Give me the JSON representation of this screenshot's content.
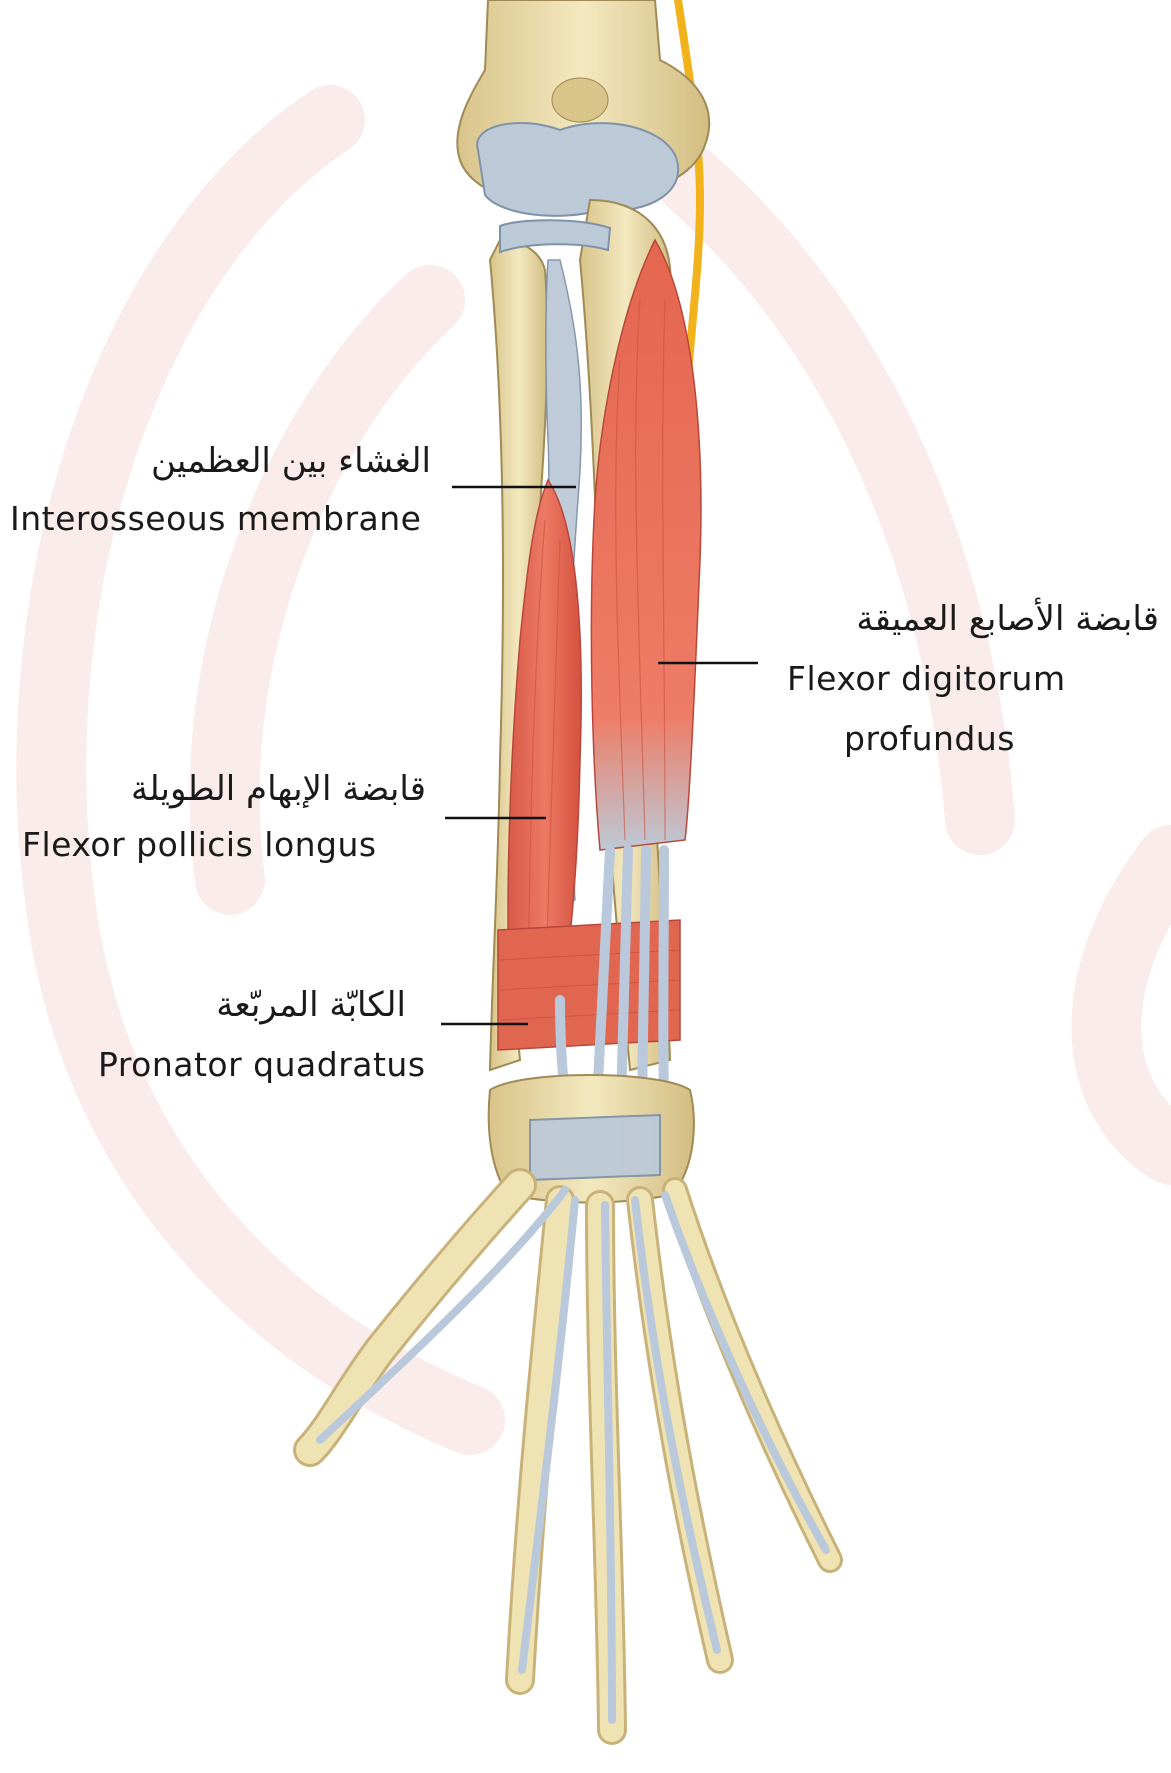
{
  "diagram": {
    "labels": [
      {
        "id": "interosseous",
        "arabic": "الغشاء بين العظمين",
        "english": "Interosseous membrane"
      },
      {
        "id": "fdp",
        "arabic": "قابضة الأصابع العميقة",
        "english_line1": "Flexor digitorum",
        "english_line2": "profundus"
      },
      {
        "id": "fpl",
        "arabic": "قابضة الإبهام الطويلة",
        "english": "Flexor pollicis longus"
      },
      {
        "id": "pq",
        "arabic": "الكابّة المربّعة",
        "english": "Pronator quadratus"
      }
    ]
  },
  "colors": {
    "bone": "#efe3b3",
    "bone_shade": "#c9b27a",
    "cartilage": "#bcc9d6",
    "tendon": "#b9c8da",
    "muscle": "#e8705c",
    "muscle_dark": "#c9503f",
    "nerve": "#f1b21c",
    "watermark": "#fbeaea",
    "leader": "#111111"
  }
}
